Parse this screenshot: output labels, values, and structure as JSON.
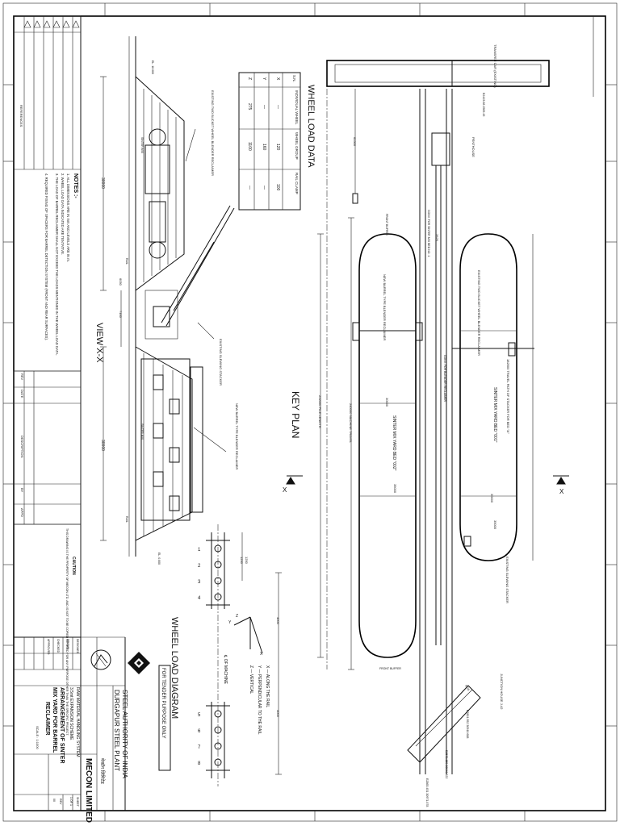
{
  "title_block": {
    "company": "MECON LIMITED",
    "client_line1": "STEEL AUTHORITY OF INDIA",
    "client_line2": "DURGAPUR STEEL PLANT",
    "project_line1": "RAW MATERIAL HANDLING SYSTEM",
    "project_line2": "3.5mt EXPANSION SCHEME",
    "drawing_title_line1": "ARRANGEMENT OF SINTER",
    "drawing_title_line2": "MIX YARD FOR BARREL",
    "drawing_title_line3": "RECLAIMER",
    "scale": "SCALE : 1:1000",
    "sheet_label": "SHEET",
    "sheet_value": "1 OF 1",
    "rev_label": "REV",
    "rev_value": "00",
    "hindi_name": "मेकॉन लिमिटेड",
    "designed_label": "DESIGNED",
    "drawn_label": "DRAWN",
    "checked_label": "CHECKED",
    "approved_label": "APPROVED",
    "for_tender": "FOR TENDER PURPOSE ONLY"
  },
  "revision_table": {
    "rev_header": "REV",
    "date_header": "DATE",
    "desc_header": "DESCRIPTION",
    "by_header": "BY",
    "appd_header": "APPD",
    "references_label": "REFERENCES",
    "caution_title": "CAUTION",
    "caution_text": "THIS DRAWING IS THE PROPERTY OF MECON LTD. AND IS NOT TO BE COPIED OR USED FOR ANY PURPOSE OTHER THAN THE SPECIFIC PROJECT."
  },
  "notes": {
    "title": "NOTES :-",
    "items": [
      "1. ALL DIMENSIONS ARE IN mm AND LEVELS ARE IN m.",
      "2. WHEEL LOAD DATA INDICATED ARE TENTATIVE.",
      "3. THE LOAD OF BARREL RECLAIMER SHALL NOT EXCEED THE LOADS MENTIONED IN THE WHEEL LOAD DATA.",
      "4. REQUIRED FIXING OF SPACERS FOR BARREL DETECTION SYSTEM (FRONT AND REAR SURFACES)."
    ]
  },
  "wheel_load_data": {
    "title": "WHEEL LOAD DATA",
    "headers": [
      "S.N.",
      "INDIVIDUAL WHEEL",
      "WHEEL GROUP",
      "RAIL CLAMP"
    ],
    "rows": [
      [
        "X",
        "—",
        "120",
        "100"
      ],
      [
        "Y",
        "—",
        "160",
        "—"
      ],
      [
        "Z",
        "275",
        "1100",
        "—"
      ]
    ]
  },
  "wheel_load_diagram": {
    "title": "WHEEL LOAD DIAGRAM",
    "legend": [
      "X — ALONG THE RAIL",
      "Y — PERPENDICULAR TO THE RAIL",
      "Z — VERTICAL"
    ],
    "centre_label": "℄ OF MACHINE",
    "wheel_numbers_left": [
      "1",
      "2",
      "3",
      "4"
    ],
    "wheel_numbers_right": [
      "5",
      "6",
      "7",
      "8"
    ],
    "dim_1": "4000",
    "dim_2": "4000",
    "dim_3": "1250",
    "dim_4": "1250",
    "axis_x": "X",
    "axis_y": "Y",
    "axis_z": "Z"
  },
  "view_xx": {
    "title": "VIEW X-X",
    "dim_left": "30000",
    "dim_right": "30000",
    "dim_mid1": "6050",
    "dim_mid2": "7100",
    "label_existing_bucket": "EXISTING TWO BUCKET WHEEL BLENDER RECLAIMER",
    "label_existing_stacker": "EXISTING SLEWING STACKER",
    "label_new_barrel": "NEW BARREL TYPE BLENDER RECLAIMER",
    "label_el_top": "EL. 18.000",
    "label_el_bottom": "EL. 0.000",
    "label_sinter_mix_1": "SINTER MIX",
    "label_sinter_mix_2": "SINTER MIX",
    "label_rail_1": "RAIL",
    "label_rail_2": "RAIL"
  },
  "key_plan": {
    "title": "KEY PLAN",
    "transfer_car": "TRANSFER CAR (EXISTING)",
    "pent_house": "PENTHOUSE",
    "coord_1": "E2423.68\n2565.45",
    "coord_2": "E2801.952\n30910.688",
    "coord_3": "E2578.159\n30940.622",
    "coord_4": "E2865.451\n30971.078",
    "junction_house": "JUNCTION HOUSE J-42",
    "existing_two_bucket": "EXISTING TWO BUCKET WHEEL BLENDER RECLAIMER",
    "new_barrel": "NEW BARREL TYPE BLENDER RECLAIMER",
    "existing_stacker": "EXISTING SLEWING STACKER",
    "bed_1": "SINTER MIX YARD BED \"002\"",
    "bed_2": "SINTER MIX YARD BED \"001\"",
    "conveyor_1": "CONV. FOR SINTER MIX BED NO. 1",
    "conveyor_2": "CONV. FOR BLENDER RECLAIMER",
    "travel_path_1": "240000 MACHINE TRAVEL",
    "travel_path_2": "232000 PILE LENGTH",
    "travel_path_3": "182500 TRAVEL PATH OF STACKER FOR BED \"A\"",
    "dim_width_1": "30000",
    "dim_width_2": "30000",
    "dim_rail_1": "35000",
    "dim_rail_2": "35000",
    "dim_small_1": "61500",
    "dim_small_2": "2625",
    "front_buffer_1": "FRONT BUFFER",
    "front_buffer_2": "FRONT BUFFER",
    "section_marker": "X",
    "dim_tip": "6155"
  }
}
